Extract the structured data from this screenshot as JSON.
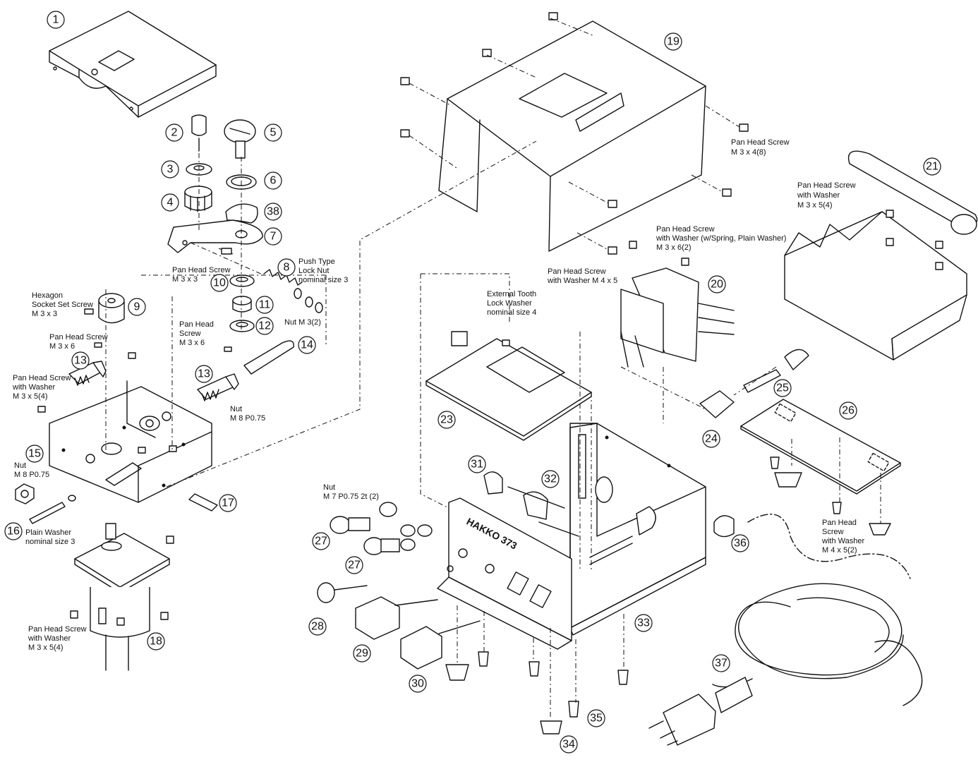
{
  "callouts": [
    "1",
    "2",
    "3",
    "4",
    "5",
    "6",
    "7",
    "8",
    "9",
    "10",
    "11",
    "12",
    "13",
    "13",
    "14",
    "15",
    "16",
    "17",
    "18",
    "19",
    "20",
    "21",
    "23",
    "24",
    "25",
    "26",
    "27",
    "27",
    "28",
    "29",
    "30",
    "31",
    "32",
    "33",
    "34",
    "35",
    "36",
    "37",
    "38"
  ],
  "labels": {
    "pan_head_m3x4": [
      "Pan Head Screw",
      "M 3 x 4(8)"
    ],
    "pan_head_washer_m3x5_top": [
      "Pan Head Screw",
      "with Washer",
      "M 3 x 5(4)"
    ],
    "pan_head_washer_spring": [
      "Pan Head Screw",
      "with Washer (w/Spring, Plain Washer)",
      "M 3 x 6(2)"
    ],
    "pan_head_washer_m4x5": [
      "Pan Head Screw",
      "with Washer M 4 x 5"
    ],
    "ext_tooth": [
      "External Tooth",
      "Lock Washer",
      "nominal size 4"
    ],
    "push_type": [
      "Push Type",
      "Lock Nut",
      "nominal size 3"
    ],
    "pan_head_m3x3": [
      "Pan Head Screw",
      "M 3 x 3"
    ],
    "hex_socket": [
      "Hexagon",
      "Socket Set Screw",
      "M 3 x 3"
    ],
    "pan_head_m3x6_a": [
      "Pan Head Screw",
      "M 3 x 6"
    ],
    "pan_head_m3x6_b": [
      "Pan Head",
      "Screw",
      "M 3 x 6"
    ],
    "nut_m3": [
      "Nut M 3(2)"
    ],
    "pan_head_washer_m3x5_left": [
      "Pan Head Screw",
      "with Washer",
      "M 3 x 5(4)"
    ],
    "nut_m8_right": [
      "Nut",
      "M 8 P0.75"
    ],
    "nut_m8_left": [
      "Nut",
      "M 8 P0.75"
    ],
    "plain_washer": [
      "Plain Washer",
      "nominal size 3"
    ],
    "pan_head_washer_m3x5_bottom": [
      "Pan Head Screw",
      "with Washer",
      "M 3 x 5(4)"
    ],
    "nut_m7": [
      "Nut",
      "M 7 P0.75 2t (2)"
    ],
    "pan_head_washer_m4x5_2": [
      "Pan Head",
      "Screw",
      "with Washer",
      "M 4 x 5(2)"
    ]
  },
  "panel_logo": "HAKKO 373"
}
